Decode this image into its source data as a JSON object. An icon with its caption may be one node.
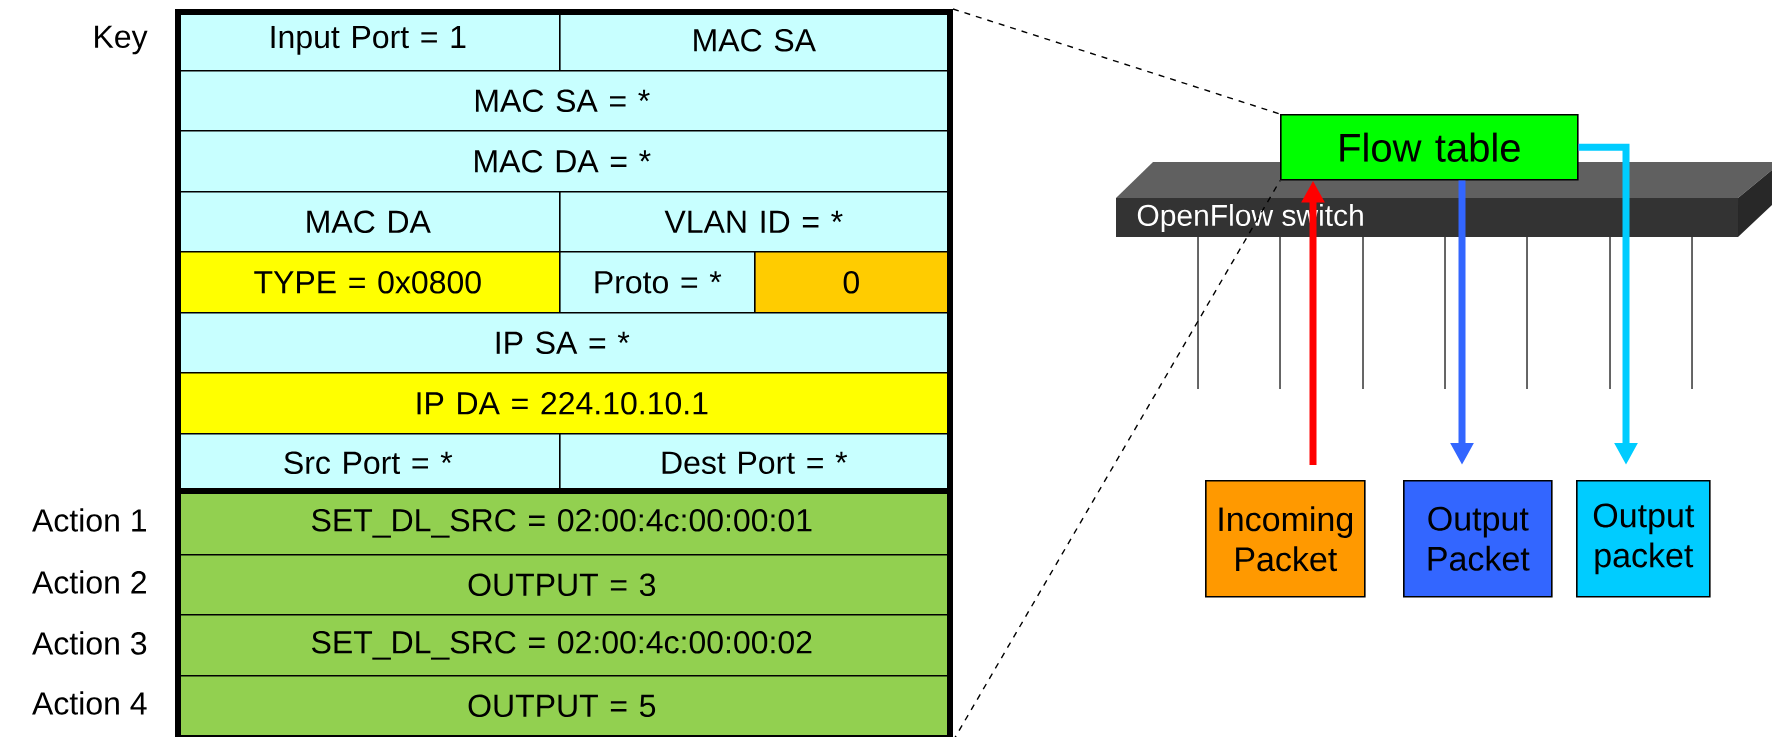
{
  "diagram": {
    "nodes": [
      {
        "text": [],
        "shape": "box"
      },
      {
        "text": [
          "Input Port = 1"
        ],
        "in": 0
      },
      {
        "text": [
          "MAC SA"
        ],
        "in": 0
      },
      {
        "text": [
          "MAC SA = *"
        ],
        "in": 0
      },
      {
        "text": [
          "MAC DA = *"
        ],
        "in": 0
      },
      {
        "text": [
          "MAC DA"
        ],
        "in": 0
      },
      {
        "text": [
          "VLAN ID = *"
        ],
        "in": 0
      },
      {
        "text": [
          "TYPE = 0x0800"
        ],
        "in": 0
      },
      {
        "text": [
          "Proto = *"
        ],
        "in": 0
      },
      {
        "text": [
          "0"
        ],
        "in": 0
      },
      {
        "text": [
          "IP SA = *"
        ],
        "in": 0
      },
      {
        "text": [
          "IP DA = 224.10.10.1"
        ],
        "in": 0
      },
      {
        "text": [
          "Src Port = *"
        ],
        "in": 0
      },
      {
        "text": [
          "Dest Port = *"
        ],
        "in": 0
      },
      {
        "text": [
          "SET_DL_SRC = 02:00:4c:00:00:01"
        ],
        "in": 0
      },
      {
        "text": [
          "OUTPUT = 3"
        ],
        "in": 0
      },
      {
        "text": [
          "SET_DL_SRC = 02:00:4c:00:00:02"
        ],
        "in": 0
      },
      {
        "text": [
          "OUTPUT = 5"
        ],
        "in": 0
      },
      {
        "text": [
          "Flow table"
        ]
      },
      {
        "text": [
          "Incoming Packet"
        ]
      },
      {
        "text": [
          "Output Packet"
        ]
      },
      {
        "text": [
          "Output packet"
        ]
      }
    ],
    "edges": [
      {
        "from": 19,
        "to": 18,
        "arrow": "to",
        "color": "#ff0000"
      },
      {
        "from": 18,
        "to": 20,
        "arrow": "to",
        "color": "#3366ff"
      },
      {
        "from": 18,
        "to": 21,
        "arrow": "to",
        "color": "#00ccff"
      },
      {
        "from": 0,
        "to": 18,
        "arrow": "none",
        "style": "dashed"
      },
      {
        "from": 0,
        "to": 18,
        "arrow": "none",
        "style": "dashed"
      }
    ],
    "labels": [
      "Key",
      "OpenFlow switch",
      "Action 1",
      "Action 2",
      "Action 3",
      "Action 4"
    ]
  }
}
